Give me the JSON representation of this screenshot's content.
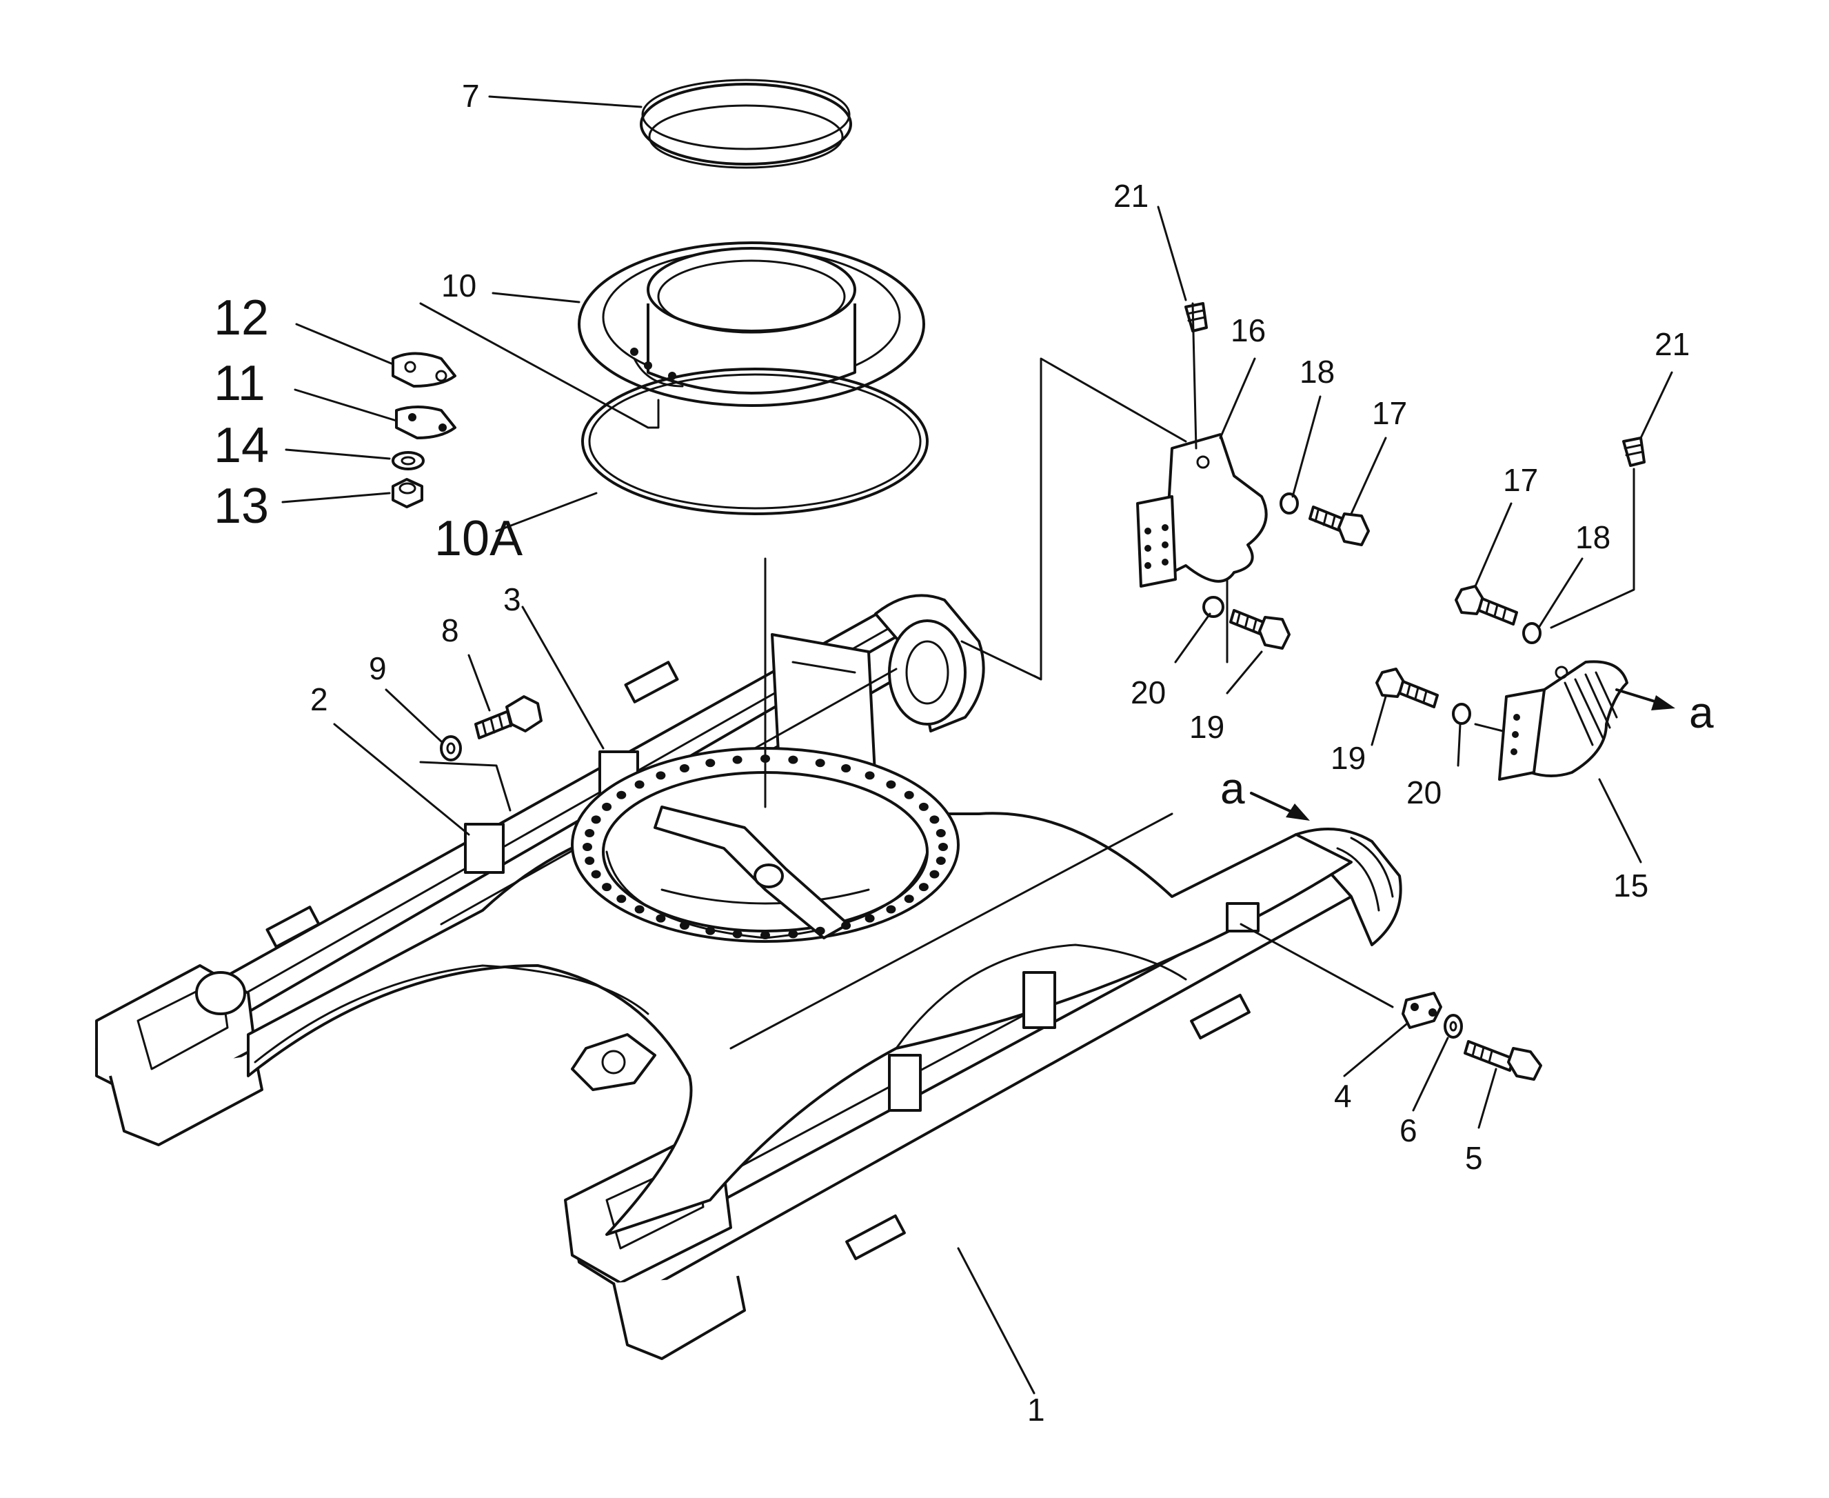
{
  "labels": {
    "l1": "1",
    "l2": "2",
    "l3": "3",
    "l4": "4",
    "l5": "5",
    "l6": "6",
    "l7": "7",
    "l8": "8",
    "l9": "9",
    "l10": "10",
    "l10A": "10A",
    "l11": "11",
    "l12": "12",
    "l13": "13",
    "l14": "14",
    "l15": "15",
    "l16": "16",
    "l17a": "17",
    "l17b": "17",
    "l18a": "18",
    "l18b": "18",
    "l19a": "19",
    "l19b": "19",
    "l20a": "20",
    "l20b": "20",
    "l21a": "21",
    "l21b": "21",
    "view_a1": "a",
    "view_a2": "a"
  }
}
